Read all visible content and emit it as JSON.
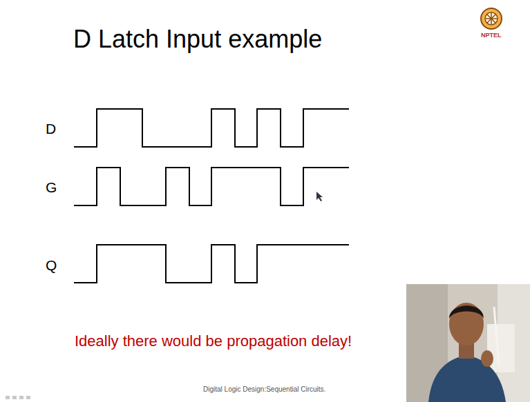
{
  "diagram": {
    "title": "D Latch Input example",
    "labels": [
      "D",
      "G",
      "Q",
      "Ideally there would be propagation delay!",
      "Digital Logic Design:Sequential Circuits.",
      "NPTEL"
    ]
  }
}
